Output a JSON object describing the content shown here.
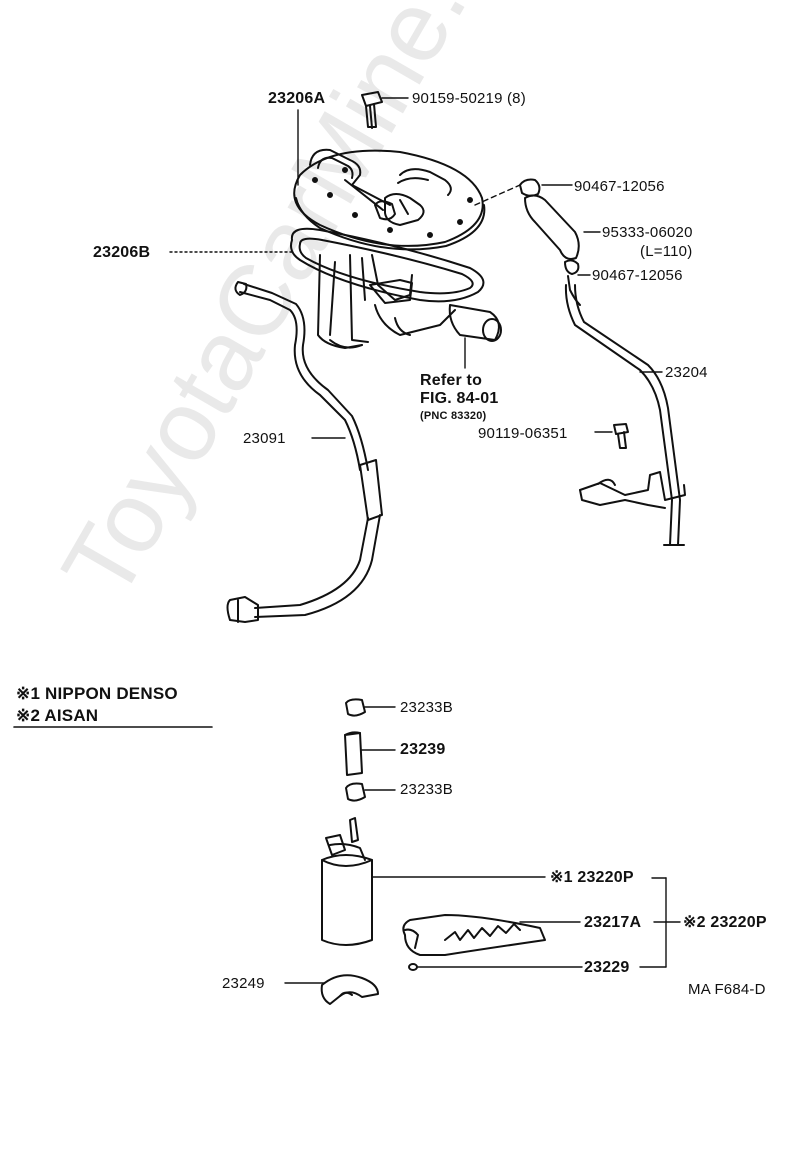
{
  "watermark": "ToyotaCarMine.ru",
  "legend": {
    "item1": "※1 NIPPON DENSO",
    "item2": "※2 AISAN"
  },
  "figure_code": "MA F684-D",
  "labels": {
    "p23206A": "23206A",
    "p90159": "90159-50219 (8)",
    "p90467a": "90467-12056",
    "p95333": "95333-06020",
    "p95333_len": "(L=110)",
    "p90467b": "90467-12056",
    "p23206B": "23206B",
    "p23204": "23204",
    "refer_line1": "Refer to",
    "refer_line2": "FIG. 84-01",
    "refer_line3": "(PNC 83320)",
    "p90119": "90119-06351",
    "p23091": "23091",
    "p23233B_top": "23233B",
    "p23239": "23239",
    "p23233B_bottom": "23233B",
    "p23220P_1": "※1 23220P",
    "p23217A": "23217A",
    "p23220P_2": "※2 23220P",
    "p23229": "23229",
    "p23249": "23249"
  }
}
